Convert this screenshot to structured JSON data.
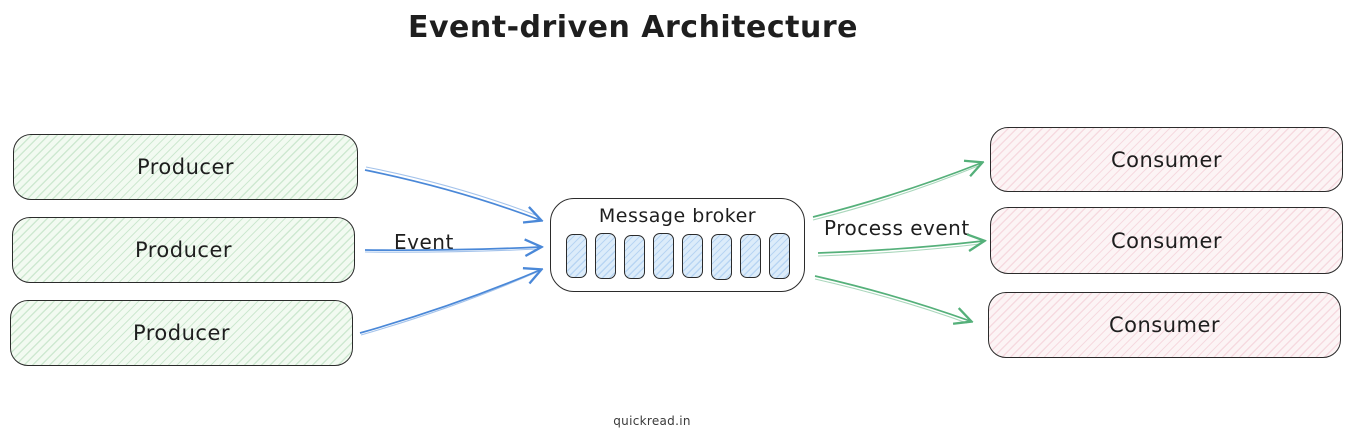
{
  "title": "Event-driven Architecture",
  "watermark": "quickread.in",
  "nodes": {
    "producers": [
      {
        "label": "Producer"
      },
      {
        "label": "Producer"
      },
      {
        "label": "Producer"
      }
    ],
    "broker": {
      "label": "Message broker",
      "slot_count": 8
    },
    "consumers": [
      {
        "label": "Consumer"
      },
      {
        "label": "Consumer"
      },
      {
        "label": "Consumer"
      }
    ]
  },
  "edges": {
    "event_label": "Event",
    "process_event_label": "Process event"
  },
  "colors": {
    "event_arrow": "#4a88d8",
    "process_arrow": "#55b07a",
    "producer_fill": "#f2faf1",
    "producer_hatch_rgba": "rgba(140,200,150,0.35)",
    "consumer_fill": "#fcf4f5",
    "consumer_hatch_rgba": "rgba(235,170,185,0.35)",
    "slot_fill": "#dcecfa",
    "slot_hatch_rgba": "rgba(140,185,235,0.45)",
    "stroke": "#2b2b2b",
    "text": "#1e1e1e"
  }
}
